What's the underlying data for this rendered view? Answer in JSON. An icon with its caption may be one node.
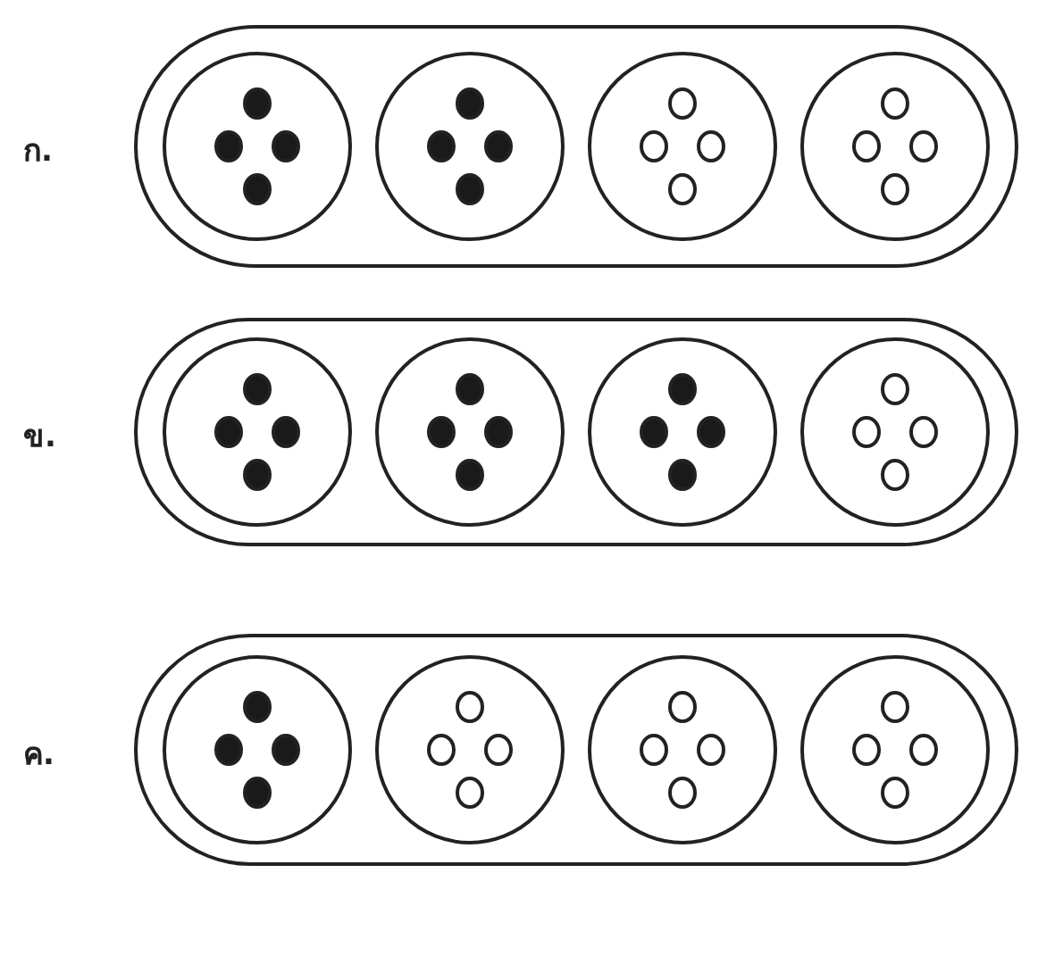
{
  "diagram": {
    "nodes": [
      {
        "text": [
          "ก."
        ]
      },
      {
        "text": [],
        "shape": "circle",
        "in": 0
      },
      {
        "text": [],
        "shape": "circle",
        "in": 0
      },
      {
        "text": [],
        "shape": "circle",
        "in": 0
      },
      {
        "text": [],
        "shape": "circle",
        "in": 0
      },
      {
        "text": [
          "ข."
        ]
      },
      {
        "text": [],
        "shape": "circle",
        "in": 5
      },
      {
        "text": [],
        "shape": "circle",
        "in": 5
      },
      {
        "text": [],
        "shape": "circle",
        "in": 5
      },
      {
        "text": [],
        "shape": "circle",
        "in": 5
      },
      {
        "text": [
          "ค."
        ]
      },
      {
        "text": [],
        "shape": "circle",
        "in": 10
      },
      {
        "text": [],
        "shape": "circle",
        "in": 10
      },
      {
        "text": [],
        "shape": "circle",
        "in": 10
      },
      {
        "text": [],
        "shape": "circle",
        "in": 10
      }
    ],
    "edges": []
  }
}
